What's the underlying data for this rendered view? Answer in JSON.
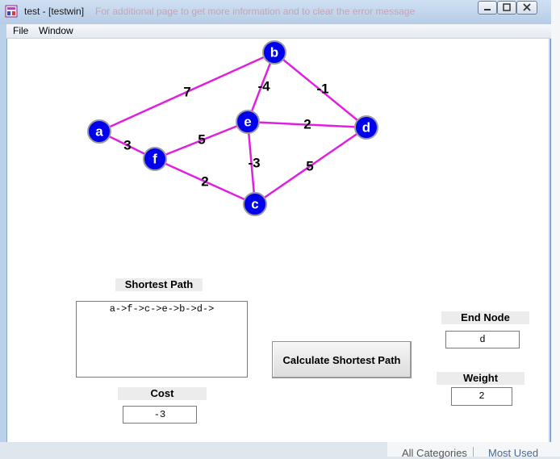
{
  "window": {
    "title": "test - [testwin]",
    "ghost_text": "For additional page to get more information and to clear the error message"
  },
  "menu": {
    "items": [
      "File",
      "Window"
    ]
  },
  "graph": {
    "edge_color": "#e020e0",
    "node_color": "#0000ee",
    "nodes": [
      {
        "id": "a",
        "label": "a"
      },
      {
        "id": "b",
        "label": "b"
      },
      {
        "id": "c",
        "label": "c"
      },
      {
        "id": "d",
        "label": "d"
      },
      {
        "id": "e",
        "label": "e"
      },
      {
        "id": "f",
        "label": "f"
      }
    ],
    "edges": [
      {
        "from": "a",
        "to": "b",
        "weight": "7"
      },
      {
        "from": "a",
        "to": "f",
        "weight": "3"
      },
      {
        "from": "b",
        "to": "e",
        "weight": "-4"
      },
      {
        "from": "b",
        "to": "d",
        "weight": "-1"
      },
      {
        "from": "f",
        "to": "e",
        "weight": "5"
      },
      {
        "from": "e",
        "to": "d",
        "weight": "2"
      },
      {
        "from": "e",
        "to": "c",
        "weight": "-3"
      },
      {
        "from": "f",
        "to": "c",
        "weight": "2"
      },
      {
        "from": "c",
        "to": "d",
        "weight": "5"
      }
    ]
  },
  "shortest_path": {
    "label": "Shortest Path",
    "value": "a->f->c->e->b->d->"
  },
  "cost": {
    "label": "Cost",
    "value": "-3"
  },
  "calculate_button": {
    "label": "Calculate Shortest Path"
  },
  "end_node": {
    "label": "End Node",
    "value": "d"
  },
  "weight": {
    "label": "Weight",
    "value": "2"
  },
  "background": {
    "all_categories": "All Categories",
    "most_used": "Most Used"
  }
}
